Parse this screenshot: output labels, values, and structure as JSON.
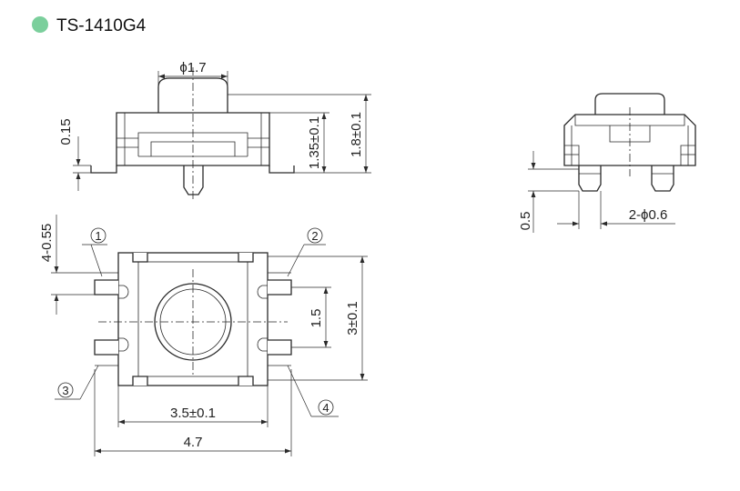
{
  "header": {
    "title": "TS-1410G4",
    "dot_color": "#7bcf9c"
  },
  "front_view": {
    "dim_button_diameter": "ϕ1.7",
    "dim_flange": "0.15",
    "dim_body_height": "1.35±0.1",
    "dim_total_height": "1.8±0.1"
  },
  "side_view": {
    "dim_post_height": "0.5",
    "dim_post_diameter": "2-ϕ0.6"
  },
  "top_view": {
    "dim_pad_width": "4-0.55",
    "dim_pin_pitch": "1.5",
    "dim_body_depth": "3±0.1",
    "dim_body_width": "3.5±0.1",
    "dim_total_width": "4.7",
    "pin_labels": [
      "1",
      "2",
      "3",
      "4"
    ]
  }
}
